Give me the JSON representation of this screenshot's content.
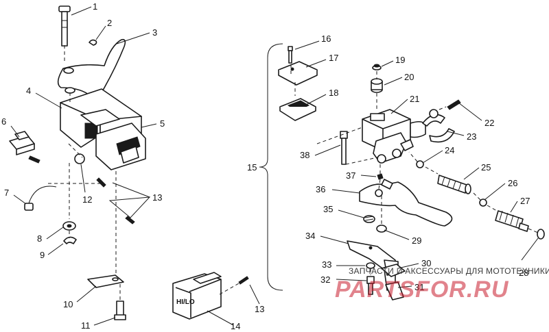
{
  "callouts": {
    "c1": "1",
    "c2": "2",
    "c3": "3",
    "c4": "4",
    "c5": "5",
    "c6": "6",
    "c7": "7",
    "c8": "8",
    "c9": "9",
    "c10": "10",
    "c11": "11",
    "c12": "12",
    "c13a": "13",
    "c13b": "13",
    "c14": "14",
    "c15": "15",
    "c16": "16",
    "c17": "17",
    "c18": "18",
    "c19": "19",
    "c20": "20",
    "c21": "21",
    "c22": "22",
    "c23": "23",
    "c24": "24",
    "c25": "25",
    "c26": "26",
    "c27": "27",
    "c28": "28",
    "c29": "29",
    "c30": "30",
    "c31": "31",
    "c32": "32",
    "c33": "33",
    "c34": "34",
    "c35": "35",
    "c36": "36",
    "c37": "37",
    "c38": "38"
  },
  "switch_label": "HI/LO",
  "watermark": {
    "caption": "ЗАПЧАСТИ И АКСЕССУАРЫ ДЛЯ МОТОТЕХНИКИ",
    "logo": "PARTSFOR.RU"
  },
  "colors": {
    "line": "#1a1a1a",
    "watermark": "#c81e2d"
  }
}
